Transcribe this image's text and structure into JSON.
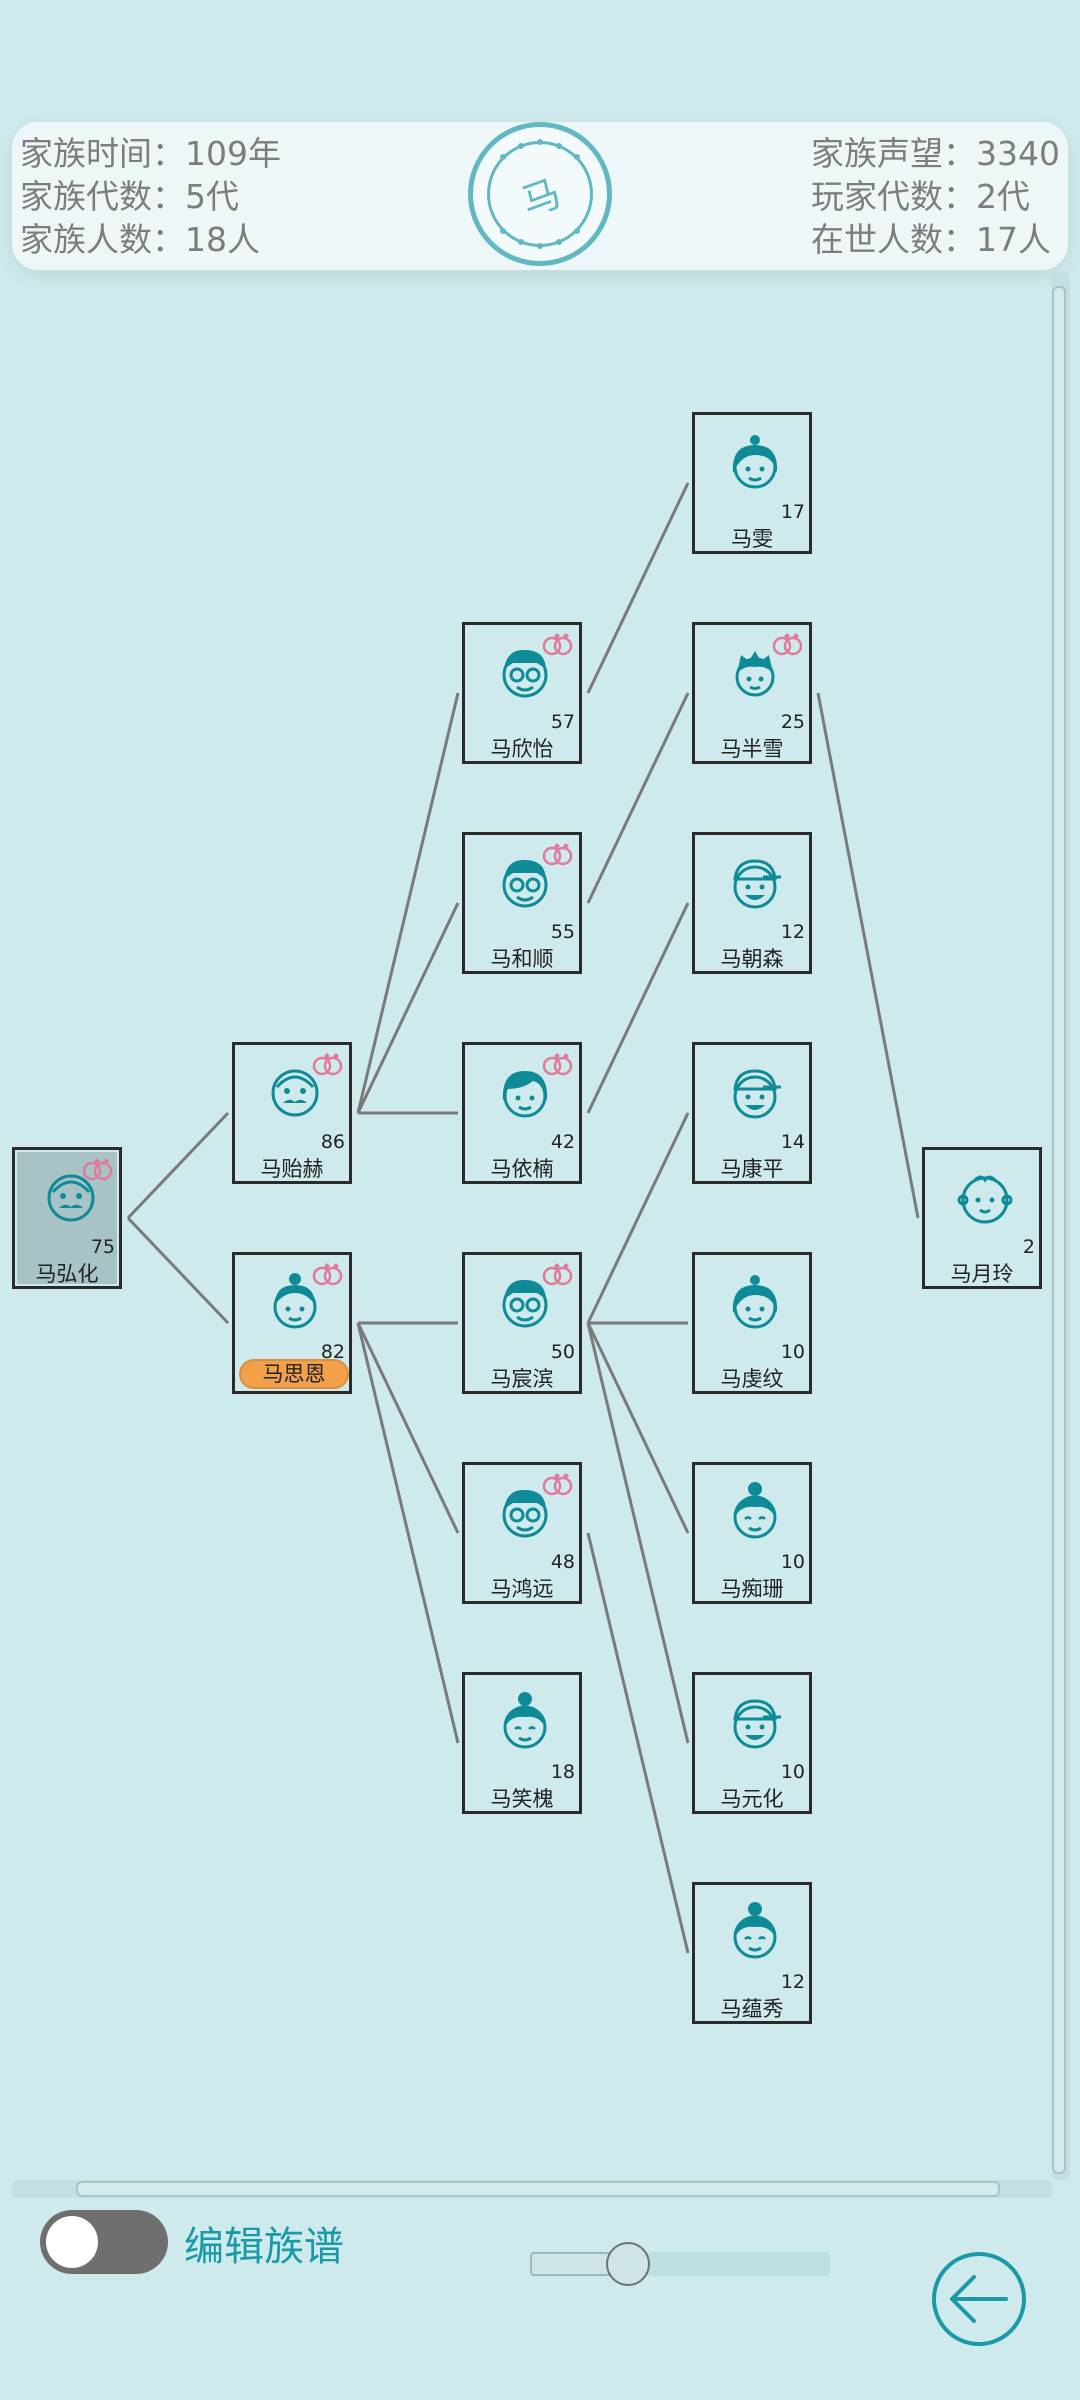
{
  "header": {
    "left": [
      {
        "label": "家族时间：",
        "value": "109年"
      },
      {
        "label": "家族代数：",
        "value": "5代"
      },
      {
        "label": "家族人数：",
        "value": "18人"
      }
    ],
    "right": [
      {
        "label": "家族声望：",
        "value": "3340"
      },
      {
        "label": "玩家代数：",
        "value": "2代"
      },
      {
        "label": "在世人数：",
        "value": "17人"
      }
    ],
    "seal_char": "马"
  },
  "people": [
    {
      "id": "p0",
      "name": "马弘化",
      "age": "75",
      "married": true,
      "face": "old-man-icon"
    },
    {
      "id": "p1",
      "name": "马贻赫",
      "age": "86",
      "married": true,
      "face": "old-man-icon"
    },
    {
      "id": "p2",
      "name": "马思恩",
      "age": "82",
      "married": true,
      "face": "woman-bun-icon",
      "player": true
    },
    {
      "id": "p3",
      "name": "马欣怡",
      "age": "57",
      "married": true,
      "face": "man-glasses-icon"
    },
    {
      "id": "p4",
      "name": "马和顺",
      "age": "55",
      "married": true,
      "face": "man-glasses-icon"
    },
    {
      "id": "p5",
      "name": "马依楠",
      "age": "42",
      "married": true,
      "face": "woman-icon"
    },
    {
      "id": "p6",
      "name": "马宸滨",
      "age": "50",
      "married": true,
      "face": "man-glasses-icon"
    },
    {
      "id": "p7",
      "name": "马鸿远",
      "age": "48",
      "married": true,
      "face": "man-glasses-icon"
    },
    {
      "id": "p8",
      "name": "马笑槐",
      "age": "18",
      "married": false,
      "face": "girl-bun-icon"
    },
    {
      "id": "p9",
      "name": "马雯",
      "age": "17",
      "married": false,
      "face": "girl-icon"
    },
    {
      "id": "p10",
      "name": "马半雪",
      "age": "25",
      "married": true,
      "face": "boy-icon"
    },
    {
      "id": "p11",
      "name": "马朝森",
      "age": "12",
      "married": false,
      "face": "kid-cap-icon"
    },
    {
      "id": "p12",
      "name": "马康平",
      "age": "14",
      "married": false,
      "face": "kid-cap-icon"
    },
    {
      "id": "p13",
      "name": "马虔纹",
      "age": "10",
      "married": false,
      "face": "girl-icon"
    },
    {
      "id": "p14",
      "name": "马痴珊",
      "age": "10",
      "married": false,
      "face": "girl-bun-icon"
    },
    {
      "id": "p15",
      "name": "马元化",
      "age": "10",
      "married": false,
      "face": "kid-cap-icon"
    },
    {
      "id": "p16",
      "name": "马蕴秀",
      "age": "12",
      "married": false,
      "face": "girl-bun-icon"
    },
    {
      "id": "p17",
      "name": "马月玲",
      "age": "2",
      "married": false,
      "face": "baby-icon"
    }
  ],
  "controls": {
    "toggle_label": "编辑族谱",
    "toggle_on": false,
    "zoom_level": 0.25
  },
  "colors": {
    "accent": "#1a9aa6",
    "background": "#cfeaec",
    "pill": "#f2a04a",
    "rings": "#e07a9a"
  }
}
